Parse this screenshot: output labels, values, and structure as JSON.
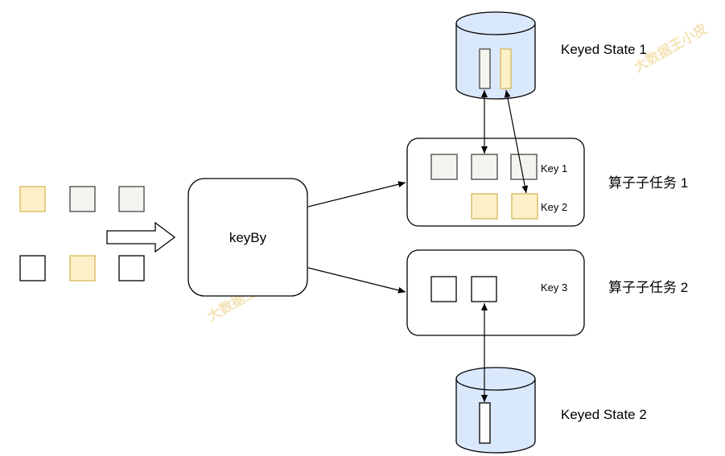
{
  "diagram": {
    "operator_label": "keyBy",
    "subtask1": {
      "title": "算子子任务 1",
      "key1_label": "Key 1",
      "key2_label": "Key 2"
    },
    "subtask2": {
      "title": "算子子任务 2",
      "key3_label": "Key 3"
    },
    "state1_label": "Keyed State 1",
    "state2_label": "Keyed State 2",
    "watermark_text": "大数据王小皮",
    "colors": {
      "key1_fill": "#f5f5f0",
      "key2_fill": "#fdf0c8",
      "key2_stroke": "#d6b656",
      "key3_fill": "#ffffff",
      "state_fill": "#dae8fc",
      "state_stroke": "#6c8ebf"
    }
  }
}
